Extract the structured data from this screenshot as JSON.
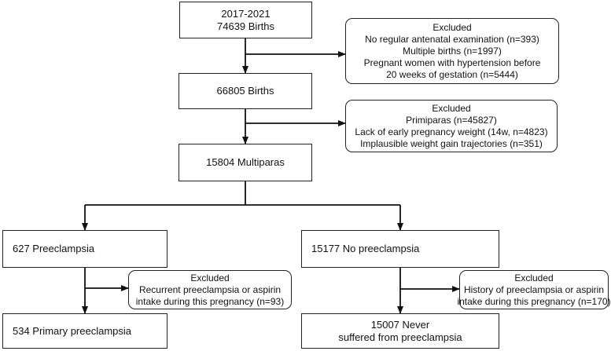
{
  "diagram": {
    "top": {
      "line1": "2017-2021",
      "line2": "74639 Births"
    },
    "excluded1": {
      "title": "Excluded",
      "lines": [
        "No regular antenatal examination (n=393)",
        "Multiple births (n=1997)",
        "Pregnant women with hypertension before",
        "20 weeks of gestation (n=5444)"
      ]
    },
    "births": {
      "label": "66805 Births"
    },
    "excluded2": {
      "title": "Excluded",
      "lines": [
        "Primiparas (n=45827)",
        "Lack of early pregnancy weight (14w, n=4823)",
        "Implausible weight gain trajectories (n=351)"
      ]
    },
    "multiparas": {
      "label": "15804 Multiparas"
    },
    "preeclampsia": {
      "label": "627 Preeclampsia"
    },
    "no_preeclampsia": {
      "label": "15177  No preeclampsia"
    },
    "excluded3": {
      "title": "Excluded",
      "lines": [
        "Recurrent preeclampsia or aspirin",
        "intake during this pregnancy (n=93)"
      ]
    },
    "excluded4": {
      "title": "Excluded",
      "lines": [
        "History of preeclampsia or aspirin",
        "intake during this pregnancy (n=170)"
      ]
    },
    "primary": {
      "label": "534 Primary preeclampsia"
    },
    "never": {
      "line1": "15007 Never",
      "line2": "suffered from preeclampsia"
    }
  }
}
